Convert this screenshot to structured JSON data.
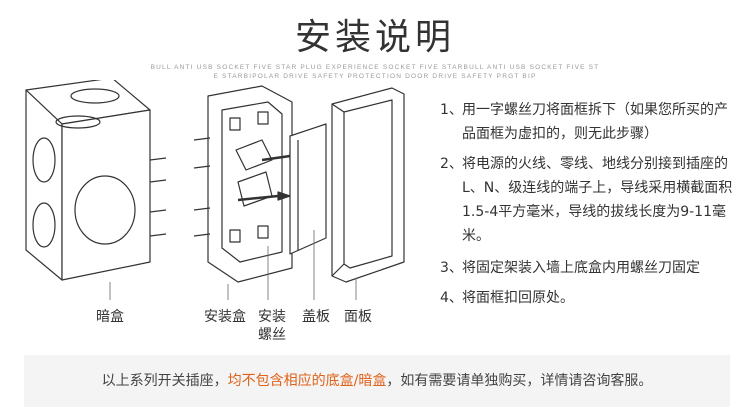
{
  "title": "安装说明",
  "tagline": {
    "line1": "BULL ANTI USB SOCKET FIVE STAR PLUG EXPERIENCE SOCKET FIVE STARBULL ANTI USB SOCKET FIVE ST",
    "line2": "E STARBIPOLAR DRIVE SAFETY PROTECTION DOOR DRIVE SAFETY PRGT BIP"
  },
  "diagram_labels": {
    "dark_box": "暗盒",
    "mount_box": "安装盒",
    "screw_line1": "安装",
    "screw_line2": "螺丝",
    "cover_plate": "盖板",
    "panel": "面板"
  },
  "steps": [
    {
      "num": "1、",
      "text": "用一字螺丝刀将面框拆下（如果您所买的产品面框为虚扣的，则无此步骤）"
    },
    {
      "num": "2、",
      "text": "将电源的火线、零线、地线分别接到插座的L、N、级连线的端子上，导线采用横截面积1.5-4平方毫米，导线的拔线长度为9-11毫米。"
    },
    {
      "num": "3、",
      "text": "将固定架装入墙上底盒内用螺丝刀固定"
    },
    {
      "num": "4、",
      "text": "将面框扣回原处。"
    }
  ],
  "banner": {
    "before": "以上系列开关插座，",
    "highlight": "均不包含相应的底盒/暗盒",
    "after": "，如有需要请单独购买，详情请咨询客服。"
  },
  "colors": {
    "highlight": "#e0621a",
    "banner_bg": "#f4f4f4",
    "text": "#333333"
  }
}
